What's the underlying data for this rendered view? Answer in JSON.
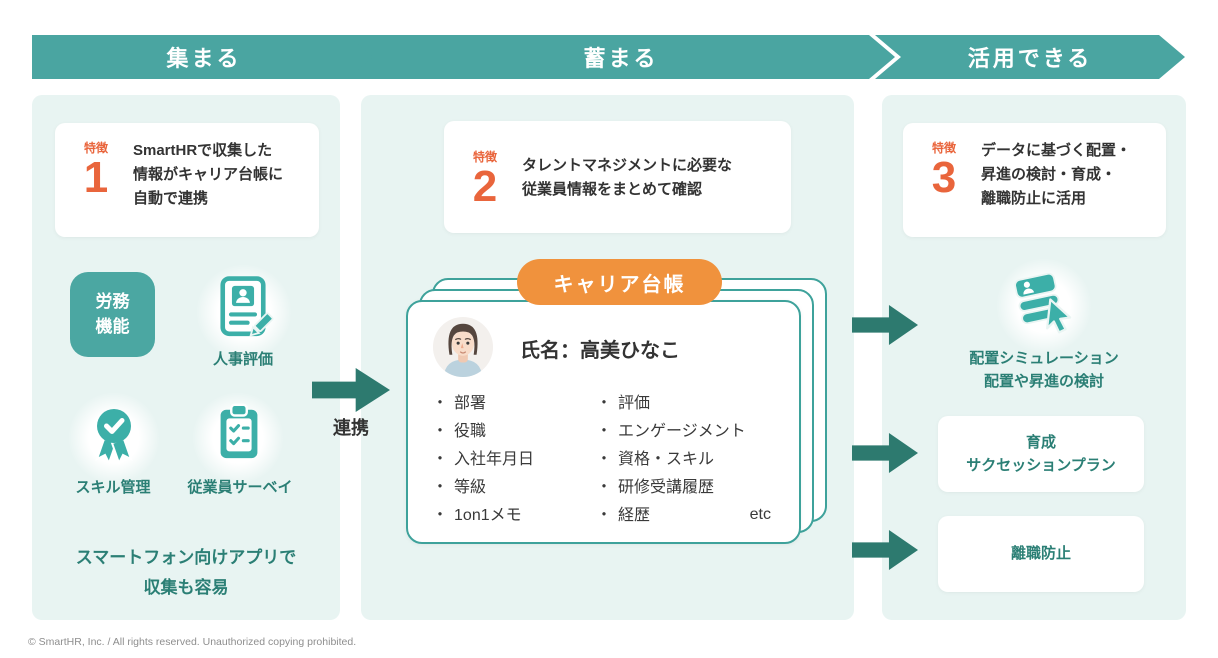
{
  "colors": {
    "banner_teal": "#4AA5A1",
    "dark_teal_arrow": "#2D7A6F",
    "icon_teal": "#3CAFA8",
    "teal_text": "#2B7F75",
    "orange_feature": "#E9653C",
    "orange_badge": "#F0923D",
    "panel_bg": "#E8F4F2",
    "card_border": "#3EA29B"
  },
  "banners": [
    {
      "label": "集まる"
    },
    {
      "label": "蓄まる"
    },
    {
      "label": "活用できる"
    }
  ],
  "features": [
    {
      "tag": "特徴",
      "number": "1",
      "lines": [
        "SmartHRで収集した",
        "情報がキャリア台帳に",
        "自動で連携"
      ]
    },
    {
      "tag": "特徴",
      "number": "2",
      "lines": [
        "タレントマネジメントに必要な",
        "従業員情報をまとめて確認"
      ]
    },
    {
      "tag": "特徴",
      "number": "3",
      "lines": [
        "データに基づく配置・",
        "昇進の検討・育成・",
        "離職防止に活用"
      ]
    }
  ],
  "panel1": {
    "roumu_lines": [
      "労務",
      "機能"
    ],
    "icons": [
      {
        "name": "id-card-pencil-icon",
        "label": "人事評価"
      },
      {
        "name": "medal-check-icon",
        "label": "スキル管理"
      },
      {
        "name": "clipboard-checklist-icon",
        "label": "従業員サーベイ"
      }
    ],
    "note_lines": [
      "スマートフォン向けアプリで",
      "収集も容易"
    ]
  },
  "link_arrow": {
    "label": "連携"
  },
  "panel2": {
    "badge": "キャリア台帳",
    "card": {
      "avatar_icon": "employee-avatar",
      "name": "氏名：高美ひなこ",
      "bullet": "・",
      "left_items": [
        "部署",
        "役職",
        "入社年月日",
        "等級",
        "1on1メモ"
      ],
      "right_items": [
        "評価",
        "エンゲージメント",
        "資格・スキル",
        "研修受講履歴",
        "経歴"
      ],
      "etc": "etc"
    }
  },
  "panel3": {
    "sim_icon": "stacked-cards-cursor-icon",
    "sim_lines": [
      "配置シミュレーション",
      "配置や昇進の検討"
    ],
    "box1_lines": [
      "育成",
      "サクセッションプラン"
    ],
    "box2_label": "離職防止"
  },
  "footer": {
    "text": "© SmartHR, Inc. / All rights reserved. Unauthorized copying prohibited."
  }
}
